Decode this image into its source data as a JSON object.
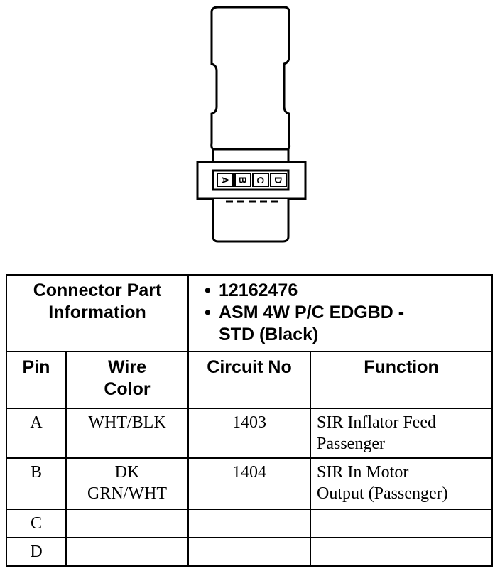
{
  "connector": {
    "pin_labels": [
      "A",
      "B",
      "C",
      "D"
    ]
  },
  "part_info": {
    "label_lines": [
      "Connector Part",
      "Information"
    ],
    "part_number": "12162476",
    "description_lines": [
      "ASM 4W P/C EDGBD -",
      "STD (Black)"
    ]
  },
  "headers": {
    "pin": "Pin",
    "wire_color_lines": [
      "Wire",
      "Color"
    ],
    "circuit_no": "Circuit No",
    "function": "Function"
  },
  "rows": [
    {
      "pin": "A",
      "wire_color_lines": [
        "WHT/BLK"
      ],
      "circuit": "1403",
      "function_lines": [
        "SIR Inflator Feed",
        "Passenger"
      ]
    },
    {
      "pin": "B",
      "wire_color_lines": [
        "DK",
        "GRN/WHT"
      ],
      "circuit": "1404",
      "function_lines": [
        "SIR In Motor",
        "Output (Passenger)"
      ]
    },
    {
      "pin": "C",
      "wire_color_lines": [],
      "circuit": "",
      "function_lines": []
    },
    {
      "pin": "D",
      "wire_color_lines": [],
      "circuit": "",
      "function_lines": []
    }
  ]
}
